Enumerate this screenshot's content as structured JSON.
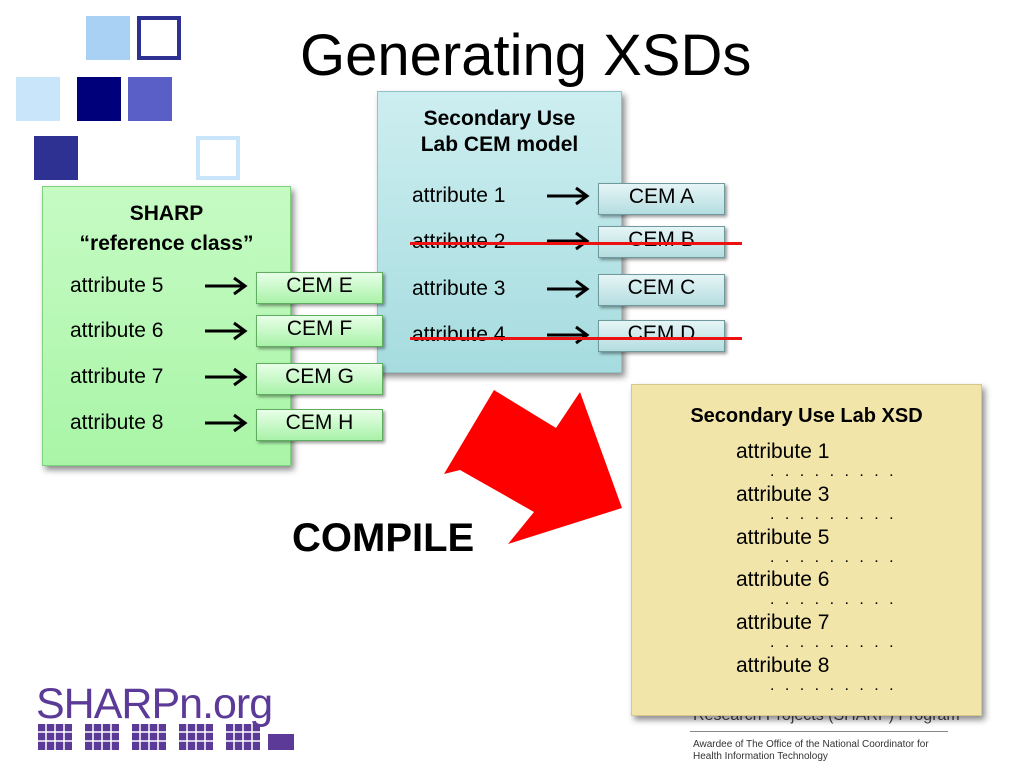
{
  "slide": {
    "title": "Generating XSDs",
    "compile_label": "COMPILE"
  },
  "colors": {
    "sharp_panel": "#a9f5a7",
    "secondary_panel": "#a6dcdf",
    "xsd_panel": "#f2e5a9",
    "strike": "#ee1111",
    "arrow": "#ff0000",
    "logo": "#5b3a98"
  },
  "sharp": {
    "heading_line1": "SHARP",
    "heading_line2": "“reference class”",
    "rows": [
      {
        "attribute": "attribute 5",
        "cem": "CEM E"
      },
      {
        "attribute": "attribute 6",
        "cem": "CEM F"
      },
      {
        "attribute": "attribute 7",
        "cem": "CEM G"
      },
      {
        "attribute": "attribute 8",
        "cem": "CEM H"
      }
    ]
  },
  "secondary": {
    "heading_line1": "Secondary Use",
    "heading_line2": "Lab CEM model",
    "rows": [
      {
        "attribute": "attribute 1",
        "cem": "CEM A",
        "struck": false
      },
      {
        "attribute": "attribute 2",
        "cem": "CEM B",
        "struck": true
      },
      {
        "attribute": "attribute 3",
        "cem": "CEM C",
        "struck": false
      },
      {
        "attribute": "attribute 4",
        "cem": "CEM D",
        "struck": true
      }
    ]
  },
  "xsd": {
    "heading": "Secondary Use Lab XSD",
    "attributes": [
      "attribute 1",
      "attribute 3",
      "attribute 5",
      "attribute 6",
      "attribute 7",
      "attribute 8"
    ],
    "dots": ". . . . . . . . ."
  },
  "footer": {
    "logo_text": "SHARPn.org",
    "program_text": "Research Projects (SHARP) Program",
    "award_line1": "Awardee of The Office of the National Coordinator for",
    "award_line2": "Health Information Technology"
  }
}
